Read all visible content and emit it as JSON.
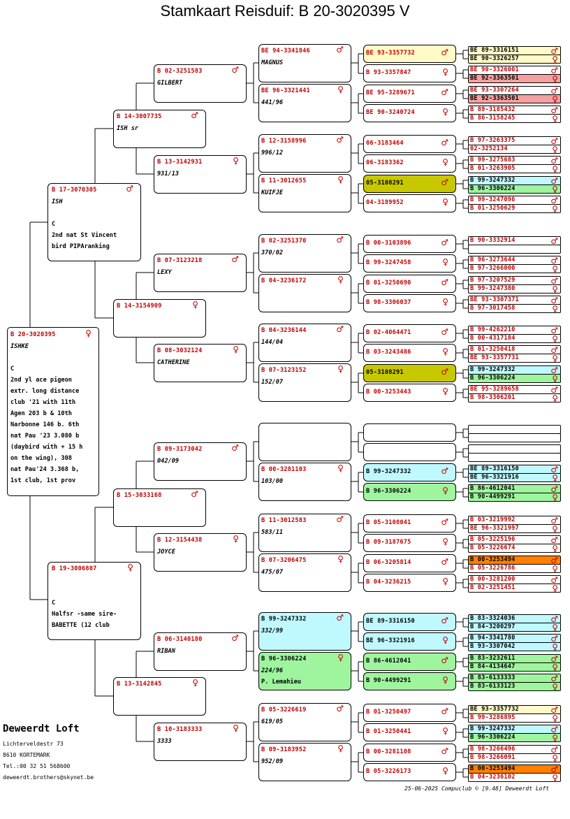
{
  "title": "Stamkaart Reisduif: B   20-3020395 V",
  "colors": {
    "ring_text": "#c00000",
    "yellow": "#fffac8",
    "cyan": "#bff9ff",
    "green": "#9ef59e",
    "olive": "#c8c800",
    "pink": "#f4a0a0",
    "orange": "#ff8000"
  },
  "footer": {
    "loft_name": "Deweerdt Loft",
    "address_line1": "Lichterveldestr 73",
    "address_line2": "8610  KORTEMARK",
    "tel": "Tel.:00 32 51 568600",
    "email": "deweerdt.brothers@skynet.be",
    "print_info": "25-06-2025   Compuclub © [9.48]  Deweerdt Loft"
  },
  "subject": {
    "ring": "B   20-3020395",
    "sex": "♀",
    "name": "ISHKE",
    "lines": [
      "",
      "C",
      "2nd yl ace pigeon",
      "extr. long distance",
      "club '21 with 11th",
      "Agen 203 b & 10th",
      "Narbonne 146 b. 6th",
      "nat Pau '23 3.080 b",
      "(daybird with + 15 h",
      "on the wing), 308",
      "nat Pau'24 3.368 b,",
      "1st club, 1st prov"
    ]
  },
  "parents": [
    {
      "ring": "B   17-3070305",
      "sex": "♂",
      "name": "ISH",
      "lines": [
        "",
        "C",
        "2nd nat St Vincent",
        "bird PIPAranking"
      ]
    },
    {
      "ring": "B   19-3006807",
      "sex": "♀",
      "name": "",
      "lines": [
        "",
        "C",
        "Halfsr -same sire-",
        "BABETTE (12 club"
      ]
    }
  ],
  "grandparents": [
    {
      "ring": "B   14-3007735",
      "sex": "♂",
      "name": "ISH sr"
    },
    {
      "ring": "B   14-3154909",
      "sex": "♀",
      "name": ""
    },
    {
      "ring": "B   15-3033168",
      "sex": "♂",
      "name": ""
    },
    {
      "ring": "B   13-3142845",
      "sex": "♀",
      "name": ""
    }
  ],
  "ggparents": [
    {
      "ring": "B   02-3251583",
      "sex": "♂",
      "name": "GILBERT"
    },
    {
      "ring": "B   13-3142931",
      "sex": "♀",
      "name": "931/13"
    },
    {
      "ring": "B   07-3123218",
      "sex": "♂",
      "name": "LEXY"
    },
    {
      "ring": "B   08-3032124",
      "sex": "♀",
      "name": "CATHERINE"
    },
    {
      "ring": "B   09-3173042",
      "sex": "♂",
      "name": "042/09"
    },
    {
      "ring": "B   12-3154438",
      "sex": "♀",
      "name": "JOYCE"
    },
    {
      "ring": "B   06-3140180",
      "sex": "♂",
      "name": "RIBAN"
    },
    {
      "ring": "B   10-3183333",
      "sex": "♀",
      "name": "3333"
    }
  ],
  "gen4": [
    {
      "ring": "BE  94-3341846",
      "sex": "♂",
      "name": "MAGNUS",
      "color": ""
    },
    {
      "ring": "BE  96-3321441",
      "sex": "♀",
      "name": "441/96",
      "color": ""
    },
    {
      "ring": "B   12-3158996",
      "sex": "♂",
      "name": "996/12",
      "color": ""
    },
    {
      "ring": "B   11-3012655",
      "sex": "♀",
      "name": "KUIFJE",
      "color": ""
    },
    {
      "ring": "B   02-3251370",
      "sex": "♂",
      "name": "370/02",
      "color": ""
    },
    {
      "ring": "B   04-3236172",
      "sex": "♀",
      "name": "",
      "color": ""
    },
    {
      "ring": "B   04-3236144",
      "sex": "♂",
      "name": "144/04",
      "color": ""
    },
    {
      "ring": "B   07-3123152",
      "sex": "♀",
      "name": "152/07",
      "color": ""
    },
    {
      "ring": "",
      "sex": "",
      "name": "",
      "color": ""
    },
    {
      "ring": "B   00-3281103",
      "sex": "♀",
      "name": "103/00",
      "color": ""
    },
    {
      "ring": "B   11-3012583",
      "sex": "♂",
      "name": "583/11",
      "color": ""
    },
    {
      "ring": "B   07-3206475",
      "sex": "♀",
      "name": "475/07",
      "color": ""
    },
    {
      "ring": "B   99-3247332",
      "sex": "♂",
      "name": "332/99",
      "color": "cyan"
    },
    {
      "ring": "B   96-3306224",
      "sex": "♀",
      "name": "224/96",
      "extra": "P. Lemahieu",
      "color": "green"
    },
    {
      "ring": "B   05-3226619",
      "sex": "♂",
      "name": "619/05",
      "color": ""
    },
    {
      "ring": "B   09-3183952",
      "sex": "♀",
      "name": "952/09",
      "color": ""
    }
  ],
  "gen5": [
    {
      "ring": "BE  93-3357732",
      "sex": "♂",
      "color": "yellow"
    },
    {
      "ring": "B   93-3357847",
      "sex": "♀",
      "color": ""
    },
    {
      "ring": "BE  95-3289671",
      "sex": "♂",
      "color": ""
    },
    {
      "ring": "BE  90-3240724",
      "sex": "♀",
      "color": ""
    },
    {
      "ring": "06-3183464",
      "sex": "♂",
      "color": ""
    },
    {
      "ring": "06-3183362",
      "sex": "♀",
      "color": ""
    },
    {
      "ring": "05-3108291",
      "sex": "♂",
      "color": "olive",
      "black": true
    },
    {
      "ring": "04-3189952",
      "sex": "♀",
      "color": ""
    },
    {
      "ring": "B   00-3103896",
      "sex": "♂",
      "color": ""
    },
    {
      "ring": "B   99-3247458",
      "sex": "♀",
      "color": ""
    },
    {
      "ring": "B   01-3250690",
      "sex": "♂",
      "color": ""
    },
    {
      "ring": "B   98-3306037",
      "sex": "♀",
      "color": ""
    },
    {
      "ring": "B   02-4064471",
      "sex": "♂",
      "color": ""
    },
    {
      "ring": "B   03-3243486",
      "sex": "♀",
      "color": ""
    },
    {
      "ring": "05-3108291",
      "sex": "♂",
      "color": "olive",
      "black": true
    },
    {
      "ring": "B   00-3253443",
      "sex": "♀",
      "color": ""
    },
    {
      "ring": "",
      "sex": "",
      "color": ""
    },
    {
      "ring": "",
      "sex": "",
      "color": ""
    },
    {
      "ring": "B   99-3247332",
      "sex": "♂",
      "color": "cyan",
      "black": true
    },
    {
      "ring": "B   96-3306224",
      "sex": "♀",
      "color": "green",
      "black": true
    },
    {
      "ring": "B   05-3108041",
      "sex": "♂",
      "color": ""
    },
    {
      "ring": "B   09-3187675",
      "sex": "♀",
      "color": ""
    },
    {
      "ring": "B   06-3205814",
      "sex": "♂",
      "color": ""
    },
    {
      "ring": "B   04-3236215",
      "sex": "♀",
      "color": ""
    },
    {
      "ring": "BE  89-3316150",
      "sex": "♂",
      "color": "cyan",
      "black": true
    },
    {
      "ring": "BE  96-3321916",
      "sex": "♀",
      "color": "cyan",
      "black": true
    },
    {
      "ring": "B   86-4612041",
      "sex": "♂",
      "color": "green",
      "black": true
    },
    {
      "ring": "B   90-4499291",
      "sex": "♀",
      "color": "green",
      "black": true
    },
    {
      "ring": "B   01-3250497",
      "sex": "♂",
      "color": ""
    },
    {
      "ring": "B   01-3250441",
      "sex": "♀",
      "color": ""
    },
    {
      "ring": "B   00-3281108",
      "sex": "♂",
      "color": ""
    },
    {
      "ring": "B   05-3226173",
      "sex": "♀",
      "color": ""
    }
  ],
  "gen6": [
    {
      "ring": "BE  89-3316151",
      "sex": "♂",
      "color": "yellow",
      "black": true
    },
    {
      "ring": "BE  90-3326257",
      "sex": "♀",
      "color": "yellow",
      "black": true
    },
    {
      "ring": "BE  90-3326001",
      "sex": "♂",
      "color": ""
    },
    {
      "ring": "BE  92-3363501",
      "sex": "♀",
      "color": "pink",
      "black": true
    },
    {
      "ring": "BE  93-3307264",
      "sex": "♂",
      "color": ""
    },
    {
      "ring": "BE  92-3363501",
      "sex": "♀",
      "color": "pink",
      "black": true
    },
    {
      "ring": "B   89-3185432",
      "sex": "♂",
      "color": ""
    },
    {
      "ring": "B   86-3158245",
      "sex": "♀",
      "color": ""
    },
    {
      "ring": "B   97-3263375",
      "sex": "♂",
      "color": ""
    },
    {
      "ring": "02-3252134",
      "sex": "♀",
      "color": ""
    },
    {
      "ring": "B   99-3275683",
      "sex": "♂",
      "color": ""
    },
    {
      "ring": "B   01-3263905",
      "sex": "♀",
      "color": ""
    },
    {
      "ring": "B   99-3247332",
      "sex": "♂",
      "color": "cyan",
      "black": true
    },
    {
      "ring": "B   96-3306224",
      "sex": "♀",
      "color": "green",
      "black": true
    },
    {
      "ring": "B   99-3247096",
      "sex": "♂",
      "color": ""
    },
    {
      "ring": "B   01-3250629",
      "sex": "♀",
      "color": ""
    },
    {
      "ring": "B   90-3332914",
      "sex": "♂",
      "color": ""
    },
    {
      "ring": "",
      "sex": "",
      "color": ""
    },
    {
      "ring": "B   96-3273644",
      "sex": "♂",
      "color": ""
    },
    {
      "ring": "B   97-3266000",
      "sex": "♀",
      "color": ""
    },
    {
      "ring": "B   97-3207529",
      "sex": "♂",
      "color": ""
    },
    {
      "ring": "B   99-3247380",
      "sex": "♀",
      "color": ""
    },
    {
      "ring": "BE  93-3307371",
      "sex": "♂",
      "color": ""
    },
    {
      "ring": "B   97-3017458",
      "sex": "♀",
      "color": ""
    },
    {
      "ring": "B   99-4262210",
      "sex": "♂",
      "color": ""
    },
    {
      "ring": "B   00-4317184",
      "sex": "♀",
      "color": ""
    },
    {
      "ring": "B   01-3250418",
      "sex": "♂",
      "color": ""
    },
    {
      "ring": "BE  93-3357731",
      "sex": "♀",
      "color": ""
    },
    {
      "ring": "B   99-3247332",
      "sex": "♂",
      "color": "cyan",
      "black": true
    },
    {
      "ring": "B   96-3306224",
      "sex": "♀",
      "color": "green",
      "black": true
    },
    {
      "ring": "BE  95-3289658",
      "sex": "♂",
      "color": ""
    },
    {
      "ring": "B   98-3306201",
      "sex": "♀",
      "color": ""
    },
    {
      "ring": "",
      "sex": "",
      "color": ""
    },
    {
      "ring": "",
      "sex": "",
      "color": ""
    },
    {
      "ring": "",
      "sex": "",
      "color": ""
    },
    {
      "ring": "",
      "sex": "",
      "color": ""
    },
    {
      "ring": "BE  89-3316150",
      "sex": "♂",
      "color": "cyan",
      "black": true
    },
    {
      "ring": "BE  96-3321916",
      "sex": "♀",
      "color": "cyan",
      "black": true
    },
    {
      "ring": "B   86-4612041",
      "sex": "♂",
      "color": "green",
      "black": true
    },
    {
      "ring": "B   90-4499291",
      "sex": "♀",
      "color": "green",
      "black": true
    },
    {
      "ring": "B   03-3219992",
      "sex": "♂",
      "color": ""
    },
    {
      "ring": "BE  96-3321997",
      "sex": "♀",
      "color": ""
    },
    {
      "ring": "B   05-3225196",
      "sex": "♂",
      "color": ""
    },
    {
      "ring": "B   05-3226674",
      "sex": "♀",
      "color": ""
    },
    {
      "ring": "B   00-3253494",
      "sex": "♂",
      "color": "orange",
      "black": true
    },
    {
      "ring": "B   05-3226786",
      "sex": "♀",
      "color": ""
    },
    {
      "ring": "B   00-3281200",
      "sex": "♂",
      "color": ""
    },
    {
      "ring": "B   02-3251451",
      "sex": "♀",
      "color": ""
    },
    {
      "ring": "B   83-3324036",
      "sex": "♂",
      "color": "cyan",
      "black": true
    },
    {
      "ring": "B   84-3200297",
      "sex": "♀",
      "color": "cyan",
      "black": true
    },
    {
      "ring": "B   94-3341780",
      "sex": "♂",
      "color": "cyan",
      "black": true
    },
    {
      "ring": "B   93-3307042",
      "sex": "♀",
      "color": "cyan",
      "black": true
    },
    {
      "ring": "B   83-3232611",
      "sex": "♂",
      "color": "green",
      "black": true
    },
    {
      "ring": "B   84-4134647",
      "sex": "♀",
      "color": "green",
      "black": true
    },
    {
      "ring": "B   83-6133333",
      "sex": "♂",
      "color": "green",
      "black": true
    },
    {
      "ring": "B   83-6133123",
      "sex": "♀",
      "color": "green",
      "black": true
    },
    {
      "ring": "BE  93-3357732",
      "sex": "♂",
      "color": "yellow",
      "black": true
    },
    {
      "ring": "B   99-3286895",
      "sex": "♀",
      "color": ""
    },
    {
      "ring": "B   99-3247332",
      "sex": "♂",
      "color": "cyan",
      "black": true
    },
    {
      "ring": "B   96-3306224",
      "sex": "♀",
      "color": "green",
      "black": true
    },
    {
      "ring": "B   98-3266496",
      "sex": "♂",
      "color": ""
    },
    {
      "ring": "B   98-3266091",
      "sex": "♀",
      "color": ""
    },
    {
      "ring": "B   00-3253494",
      "sex": "♂",
      "color": "orange",
      "black": true
    },
    {
      "ring": "B   04-3236102",
      "sex": "♀",
      "color": ""
    }
  ]
}
